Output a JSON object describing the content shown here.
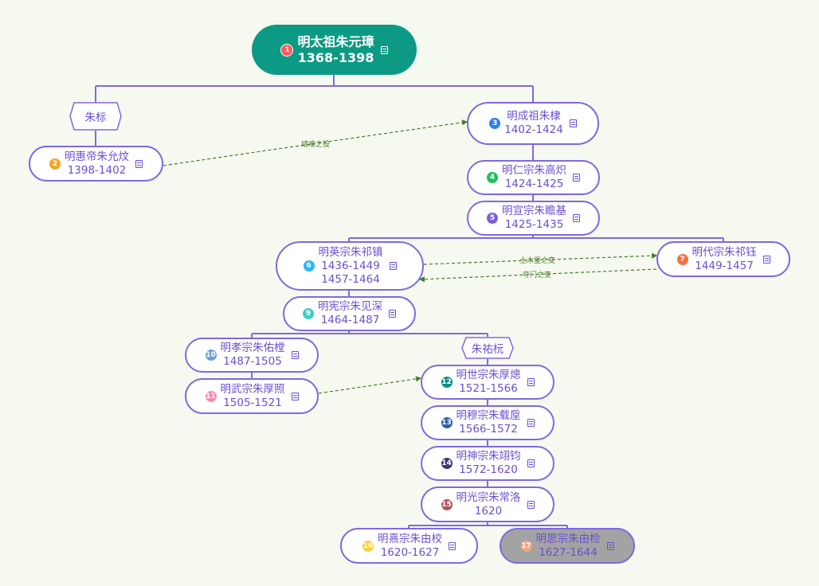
{
  "root": {
    "num": "1",
    "name": "明太祖朱元璋",
    "years": "1368-1398",
    "color": "#ff5a5a"
  },
  "branches": [
    {
      "id": "b1",
      "label": "朱标"
    },
    {
      "id": "b2",
      "label": "朱祐杬"
    }
  ],
  "emperors": [
    {
      "id": "e2",
      "num": "2",
      "name": "明惠帝朱允炆",
      "years": "1398-1402",
      "color": "#f5a623"
    },
    {
      "id": "e3",
      "num": "3",
      "name": "明成祖朱棣",
      "years": "1402-1424",
      "color": "#2f7fe6"
    },
    {
      "id": "e4",
      "num": "4",
      "name": "明仁宗朱高炽",
      "years": "1424-1425",
      "color": "#1fbf5f"
    },
    {
      "id": "e5",
      "num": "5",
      "name": "明宣宗朱瞻基",
      "years": "1425-1435",
      "color": "#7b5fd9"
    },
    {
      "id": "e6",
      "num": "6",
      "name": "明英宗朱祁镇",
      "years": "1436-1449",
      "years2": "1457-1464",
      "color": "#29b6f6"
    },
    {
      "id": "e7",
      "num": "7",
      "name": "明代宗朱祁钰",
      "years": "1449-1457",
      "color": "#f4733d"
    },
    {
      "id": "e9",
      "num": "9",
      "name": "明宪宗朱见深",
      "years": "1464-1487",
      "color": "#3ecfc0"
    },
    {
      "id": "e10",
      "num": "10",
      "name": "明孝宗朱佑樘",
      "years": "1487-1505",
      "color": "#6f9fd8"
    },
    {
      "id": "e11",
      "num": "11",
      "name": "明武宗朱厚照",
      "years": "1505-1521",
      "color": "#f48fb1"
    },
    {
      "id": "e12",
      "num": "12",
      "name": "明世宗朱厚熜",
      "years": "1521-1566",
      "color": "#0b8e8e"
    },
    {
      "id": "e13",
      "num": "13",
      "name": "明穆宗朱载垕",
      "years": "1566-1572",
      "color": "#2d5f9e"
    },
    {
      "id": "e14",
      "num": "14",
      "name": "明神宗朱翊钧",
      "years": "1572-1620",
      "color": "#45366f"
    },
    {
      "id": "e15",
      "num": "15",
      "name": "明光宗朱常洛",
      "years": "1620",
      "color": "#b0555a"
    },
    {
      "id": "e16",
      "num": "16",
      "name": "明熹宗朱由校",
      "years": "1620-1627",
      "color": "#f4d03f"
    },
    {
      "id": "e17",
      "num": "17",
      "name": "明思宗朱由检",
      "years": "1627-1644",
      "color": "#f4a582"
    }
  ],
  "relations": [
    {
      "id": "r1",
      "label": "靖难之役"
    },
    {
      "id": "r2",
      "label": "土木堡之变"
    },
    {
      "id": "r3",
      "label": "夺门之变"
    },
    {
      "id": "r4",
      "label": ""
    }
  ],
  "colors": {
    "line": "#8068e0",
    "relation": "#4b7a2c",
    "root_fill": "#0c9a84",
    "dim_fill": "#a3a3a3"
  }
}
